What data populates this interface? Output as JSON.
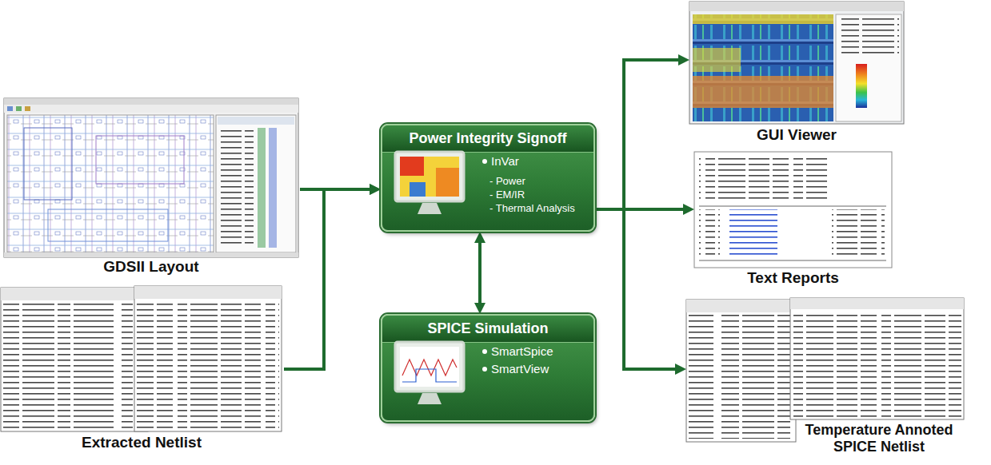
{
  "diagram": {
    "nodes": [
      {
        "text": [
          "GDSII Layout"
        ]
      },
      {
        "text": [
          "Extracted Netlist"
        ]
      },
      {
        "text": [
          "Power Integrity Signoff",
          "InVar",
          "- Power",
          "- EM/IR",
          "- Thermal Analysis"
        ]
      },
      {
        "text": [
          "SPICE Simulation",
          "SmartSpice",
          "SmartView"
        ]
      },
      {
        "text": [
          "GUI Viewer"
        ]
      },
      {
        "text": [
          "Text Reports"
        ]
      },
      {
        "text": [
          "Temperature Annoted SPICE Netlist"
        ]
      }
    ],
    "edges": [
      {
        "from": 0,
        "to": 2,
        "arrow": "to"
      },
      {
        "from": 1,
        "to": 2,
        "arrow": "to"
      },
      {
        "from": 2,
        "to": 3,
        "arrow": "both"
      },
      {
        "from": 2,
        "to": 4,
        "arrow": "to"
      },
      {
        "from": 2,
        "to": 5,
        "arrow": "to"
      },
      {
        "from": 2,
        "to": 6,
        "arrow": "to"
      }
    ]
  }
}
